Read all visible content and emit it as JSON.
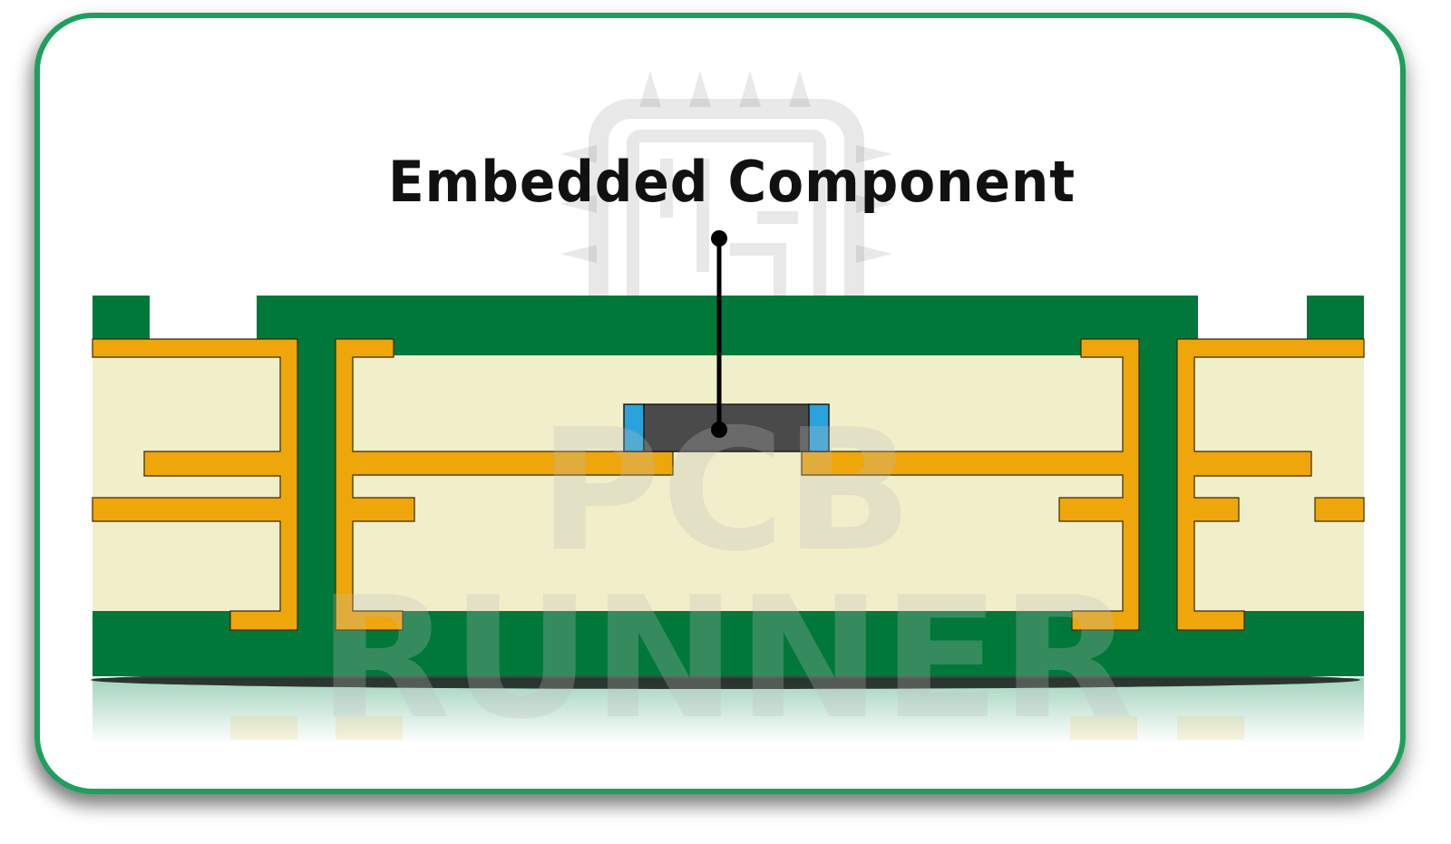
{
  "title": "Embedded Component",
  "watermark": {
    "line1": "PCB",
    "line2": "RUNNER"
  },
  "colors": {
    "border": "#1f9f5d",
    "solder_mask": "#00783a",
    "substrate": "#f1efc9",
    "copper": "#efa60a",
    "component_body": "#4a4a4a",
    "component_terminal": "#2aa3dc",
    "callout": "#000000"
  },
  "icons": {
    "watermark_logo": "chip-circuit-icon"
  }
}
